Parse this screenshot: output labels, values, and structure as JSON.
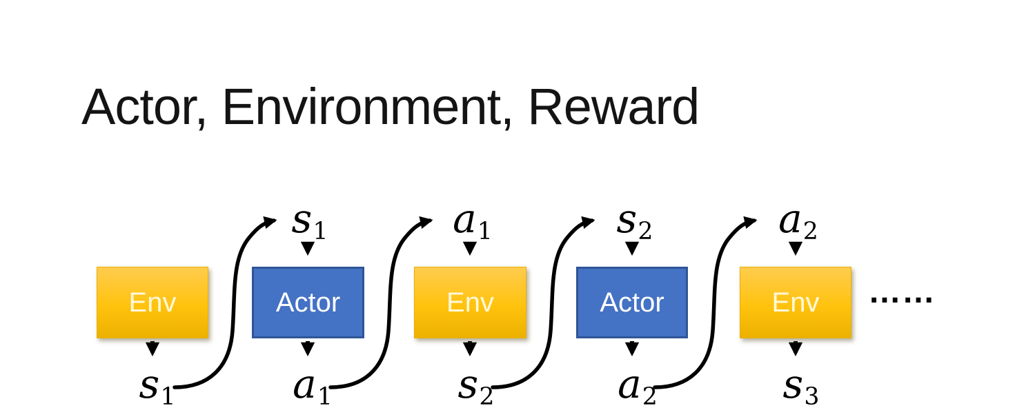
{
  "title": "Actor, Environment, Reward",
  "colors": {
    "env_box_gradient_top": "#FFCC4E",
    "env_box_gradient_bottom": "#ECB100",
    "env_box_text": "#FFF8DA",
    "actor_box_fill": "#4472C4",
    "actor_box_border": "#2F5597",
    "actor_box_text": "#FFFFFF",
    "arrow_color": "#000000",
    "background": "#FFFFFF"
  },
  "diagram": {
    "boxes": [
      {
        "label": "Env",
        "type": "env"
      },
      {
        "label": "Actor",
        "type": "actor"
      },
      {
        "label": "Env",
        "type": "env"
      },
      {
        "label": "Actor",
        "type": "actor"
      },
      {
        "label": "Env",
        "type": "env"
      }
    ],
    "top_labels": [
      {
        "base": "s",
        "sub": "1"
      },
      {
        "base": "a",
        "sub": "1"
      },
      {
        "base": "s",
        "sub": "2"
      },
      {
        "base": "a",
        "sub": "2"
      }
    ],
    "bottom_labels": [
      {
        "base": "s",
        "sub": "1"
      },
      {
        "base": "a",
        "sub": "1"
      },
      {
        "base": "s",
        "sub": "2"
      },
      {
        "base": "a",
        "sub": "2"
      },
      {
        "base": "s",
        "sub": "3"
      }
    ],
    "ellipsis": "……"
  }
}
